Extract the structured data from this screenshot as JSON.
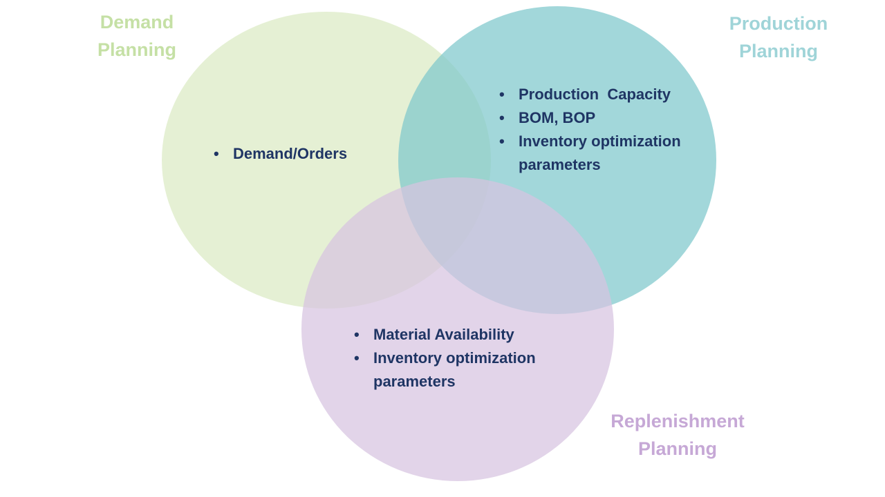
{
  "colors": {
    "demand_circle": "#dcebc6",
    "production_circle": "#7ec8cc",
    "replenishment_circle": "#d7c3e0",
    "demand_label": "#c5e0a5",
    "production_label": "#9fd4d8",
    "replenishment_label": "#c6a8d6",
    "bullet_text": "#1f3564"
  },
  "demand": {
    "label_line1": "Demand",
    "label_line2": "Planning",
    "items": [
      "Demand/Orders"
    ]
  },
  "production": {
    "label_line1": "Production",
    "label_line2": "Planning",
    "items": [
      "Production  Capacity",
      "BOM, BOP",
      "Inventory optimization",
      "parameters"
    ]
  },
  "replenishment": {
    "label_line1": "Replenishment",
    "label_line2": "Planning",
    "items": [
      "Material Availability",
      "Inventory optimization",
      "parameters"
    ]
  },
  "bullet_glyph": "•"
}
